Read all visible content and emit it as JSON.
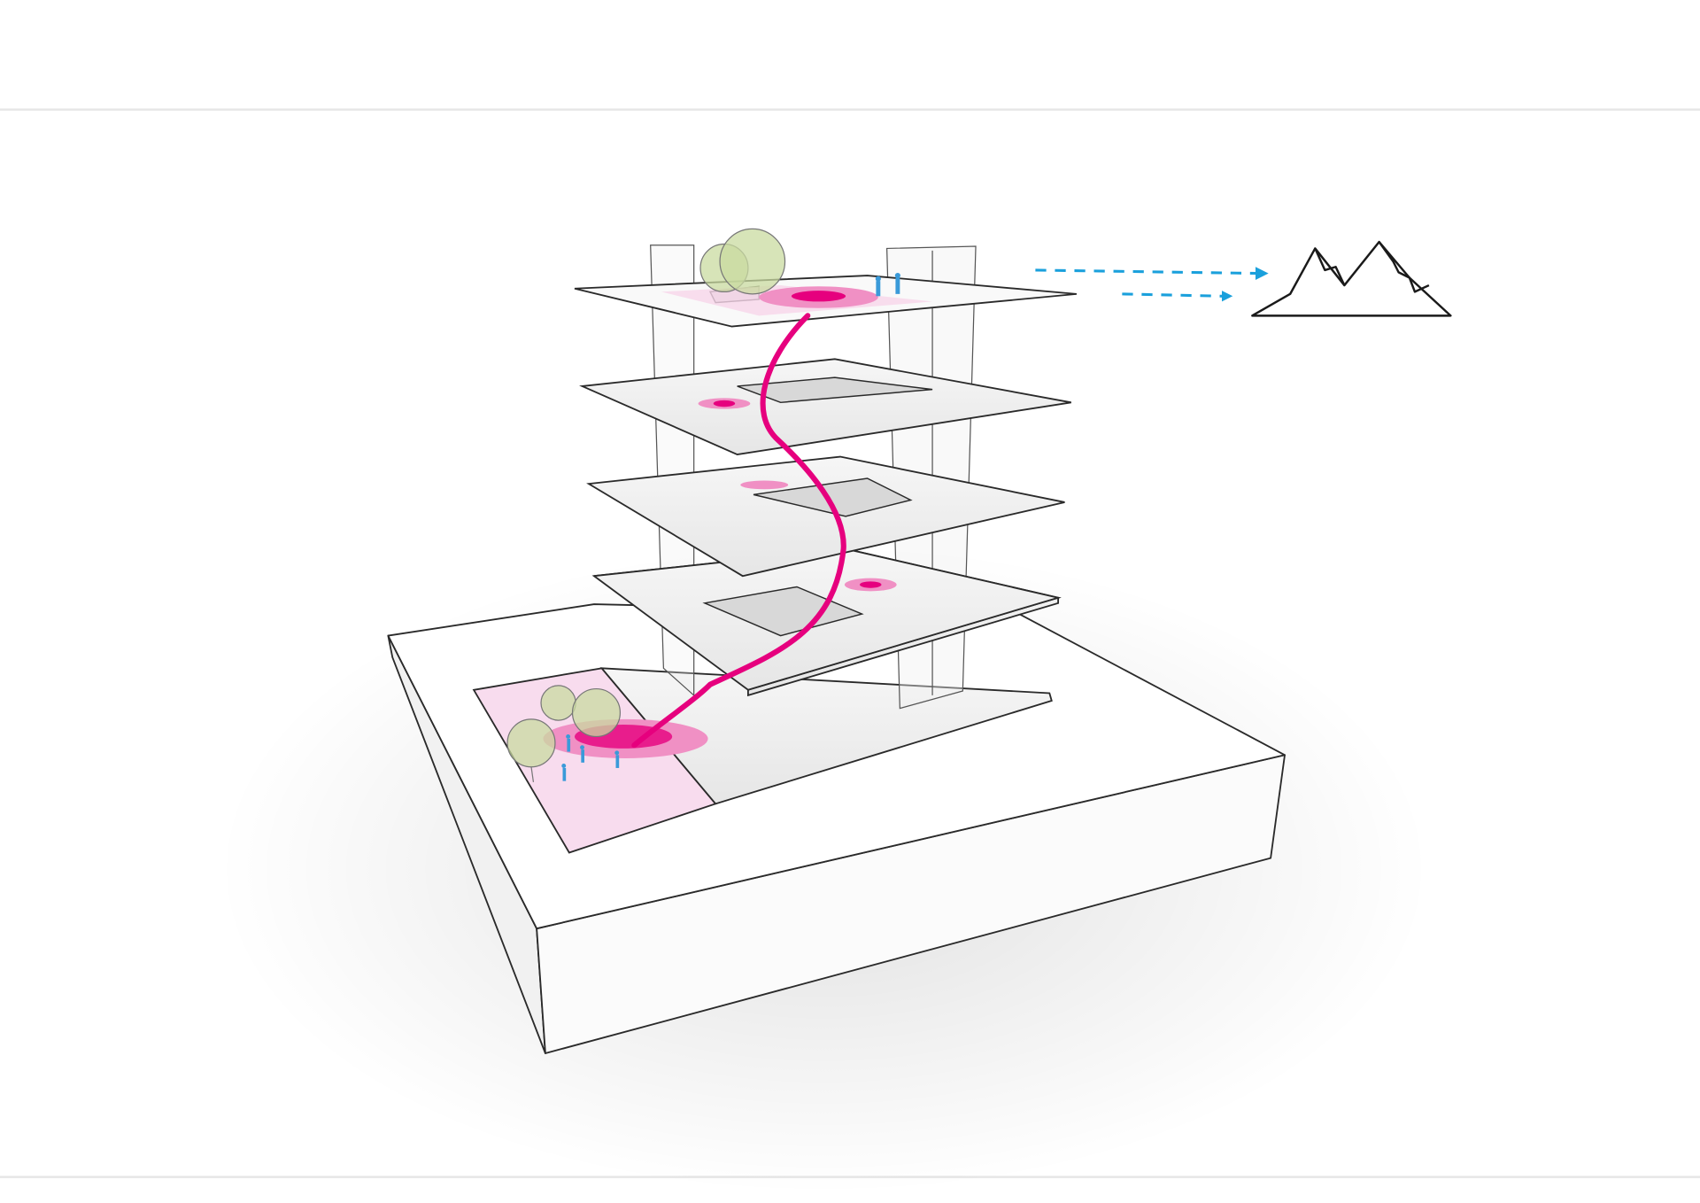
{
  "diagram": {
    "type": "axonometric-building-section",
    "floors_shown": 5,
    "icons": [
      "mountain-icon",
      "view-arrow-icon",
      "tree-icon",
      "person-icon",
      "stair-ribbon",
      "activity-hotspot"
    ]
  },
  "colors": {
    "background": "#ffffff",
    "divider": "#e6e6e6",
    "outline": "#2a2a2a",
    "slab_fill": "#efefef",
    "accent_magenta": "#e6007e",
    "hotspot_light": "#f7d6ea",
    "tree_green": "#c9dba0",
    "arrow_blue": "#1aa0dc",
    "people_blue": "#3a9ad9"
  }
}
